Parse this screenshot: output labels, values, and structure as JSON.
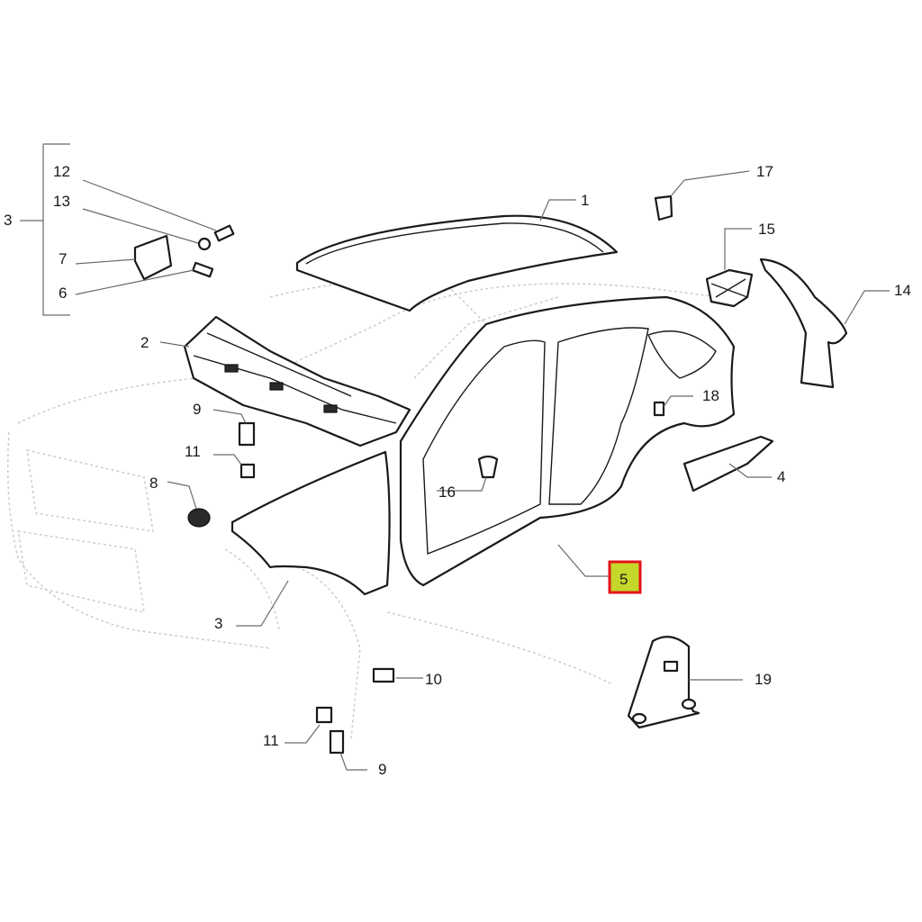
{
  "callouts": {
    "c1": "1",
    "c2": "2",
    "c3_group": "3",
    "c3": "3",
    "c4": "4",
    "c5": "5",
    "c6": "6",
    "c7": "7",
    "c8": "8",
    "c9_top": "9",
    "c9_bottom": "9",
    "c10": "10",
    "c11_top": "11",
    "c11_bottom": "11",
    "c12": "12",
    "c13": "13",
    "c14": "14",
    "c15": "15",
    "c16": "16",
    "c17": "17",
    "c18": "18",
    "c19": "19"
  },
  "highlight": {
    "callout": "5",
    "fill": "#c5d72a",
    "border": "#e3141b"
  }
}
